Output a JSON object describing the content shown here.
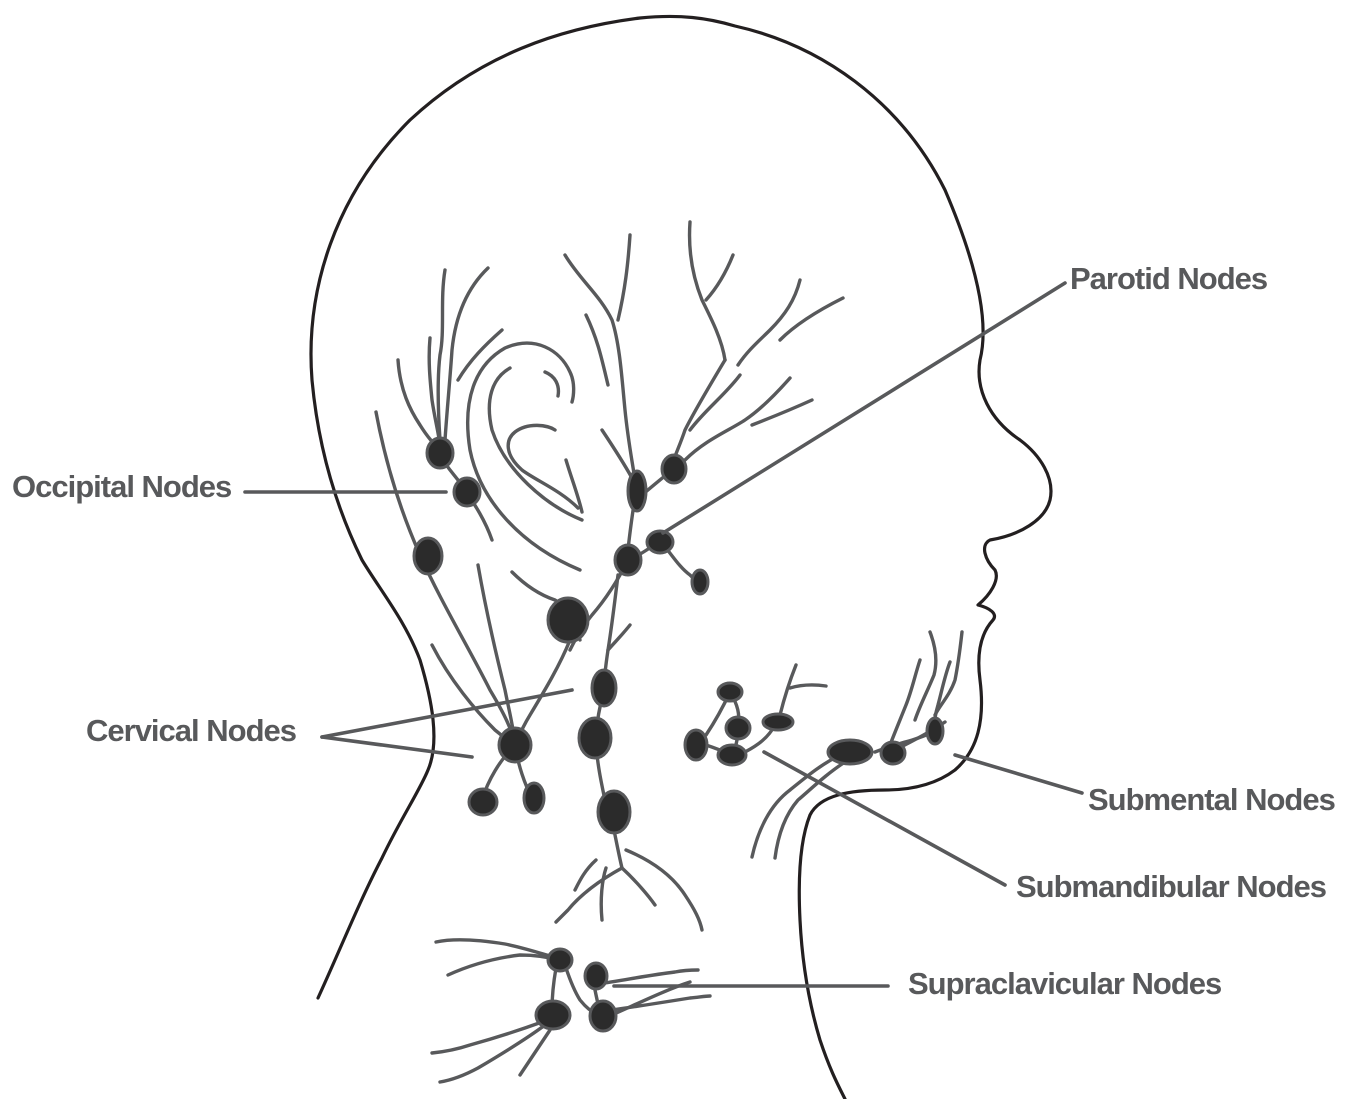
{
  "labels": {
    "parotid": "Parotid Nodes",
    "occipital": "Occipital Nodes",
    "cervical": "Cervical Nodes",
    "submental": "Submental Nodes",
    "submandibular": "Submandibular Nodes",
    "supraclavicular": "Supraclavicular Nodes"
  }
}
